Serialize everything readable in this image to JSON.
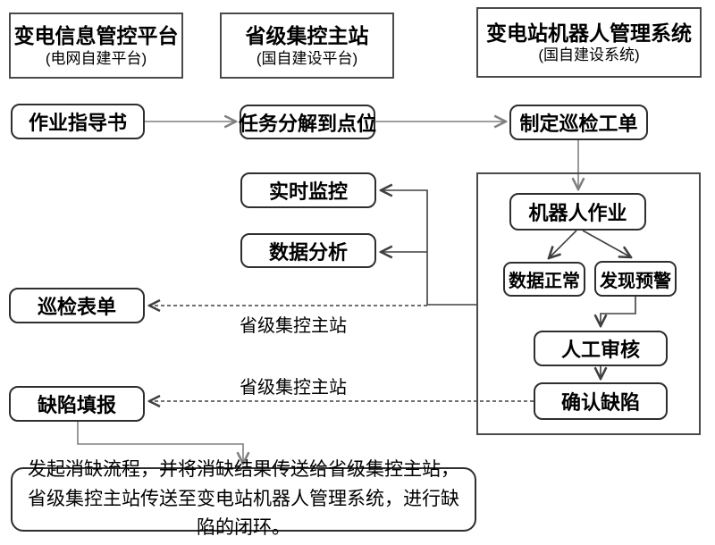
{
  "palette": {
    "connector_gray": "#808080",
    "connector_dark": "#404040",
    "node_border": "#2e2e2e",
    "frame_border": "#4a4a4a",
    "text": "#000000",
    "background": "#ffffff"
  },
  "headers": [
    {
      "title": "变电信息管控平台",
      "subtitle": "(电网自建平台)"
    },
    {
      "title": "省级集控主站",
      "subtitle": "(国自建设平台)"
    },
    {
      "title": "变电站机器人管理系统",
      "subtitle": "(国自建设系统)"
    }
  ],
  "nodes": {
    "work_guide": "作业指导书",
    "task_decompose": "任务分解到点位",
    "create_order": "制定巡检工单",
    "realtime_monitor": "实时监控",
    "data_analysis": "数据分析",
    "robot_work": "机器人作业",
    "data_normal": "数据正常",
    "alarm_found": "发现预警",
    "manual_review": "人工审核",
    "confirm_defect": "确认缺陷",
    "inspection_form": "巡检表单",
    "defect_report": "缺陷填报"
  },
  "edge_labels": {
    "provincial_station_1": "省级集控主站",
    "provincial_station_2": "省级集控主站"
  },
  "note": "发起消缺流程，并将消缺结果传送给省级集控主站，省级集控主站传送至变电站机器人管理系统，进行缺陷的闭环。"
}
